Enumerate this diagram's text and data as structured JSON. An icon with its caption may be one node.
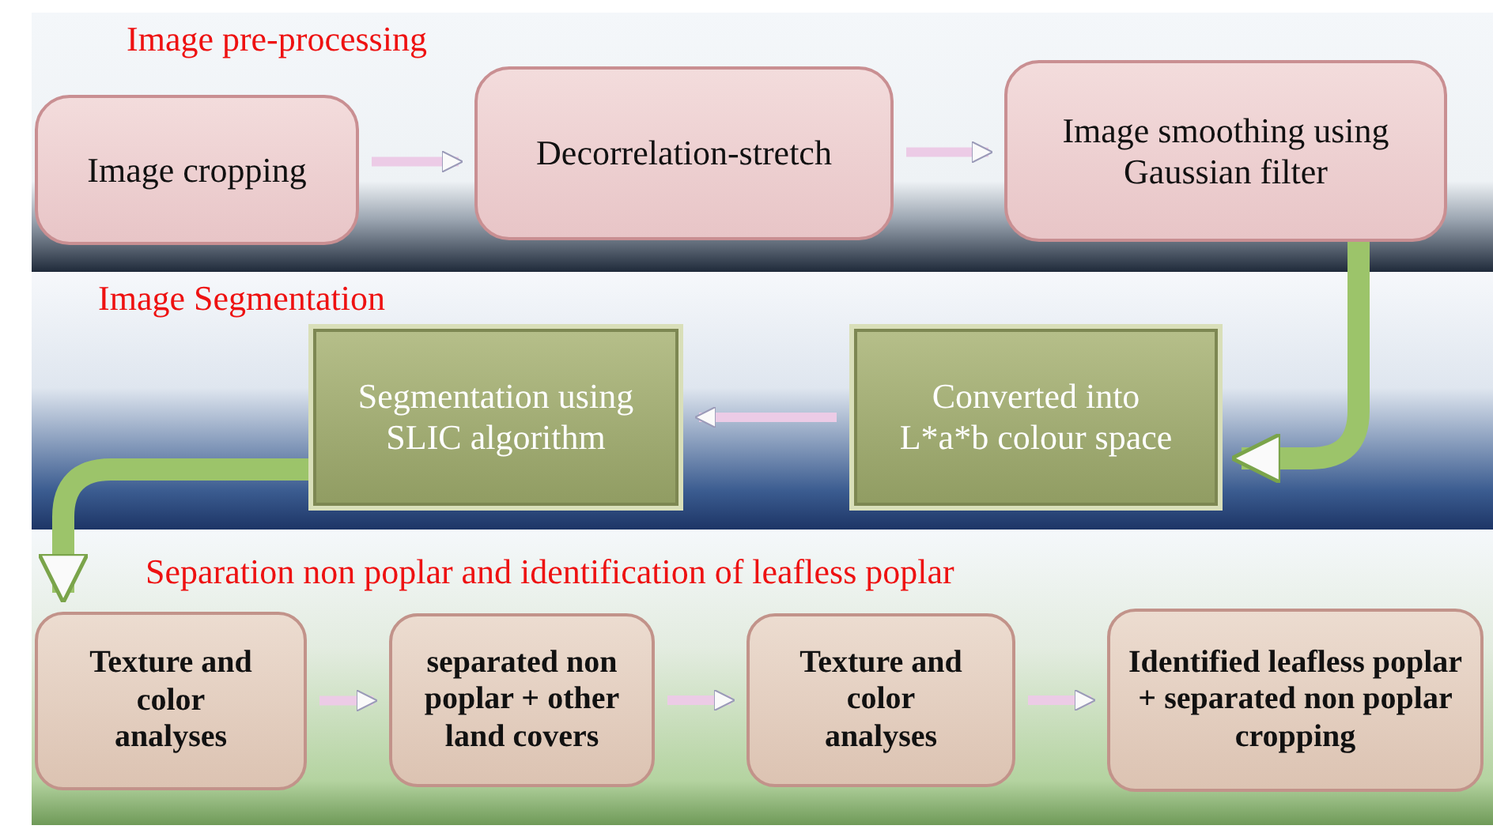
{
  "diagram": {
    "nodes": [
      {
        "text": [
          "Image pre-processing"
        ]
      },
      {
        "text": [
          "Image cropping"
        ],
        "in": 0
      },
      {
        "text": [
          "Decorrelation-stretch"
        ],
        "in": 0
      },
      {
        "text": [
          "Image smoothing using Gaussian filter"
        ],
        "in": 0
      },
      {
        "text": [
          "Image Segmentation"
        ]
      },
      {
        "text": [
          "Segmentation using SLIC algorithm"
        ],
        "in": 4
      },
      {
        "text": [
          "Converted into L*a*b colour space"
        ],
        "in": 4
      },
      {
        "text": [
          "Separation non poplar and identification of leafless poplar"
        ]
      },
      {
        "text": [
          "Texture and color analyses"
        ],
        "in": 7
      },
      {
        "text": [
          "separated non poplar + other land covers"
        ],
        "in": 7
      },
      {
        "text": [
          "Texture and color analyses"
        ],
        "in": 7
      },
      {
        "text": [
          "Identified leafless poplar + separated non poplar cropping"
        ],
        "in": 7
      }
    ],
    "edges": [
      {
        "from": 1,
        "to": 2,
        "arrow": "to"
      },
      {
        "from": 2,
        "to": 3,
        "arrow": "to"
      },
      {
        "from": 3,
        "to": 6,
        "arrow": "to",
        "style": "thick",
        "color": "#9cc46a"
      },
      {
        "from": 6,
        "to": 5,
        "arrow": "to"
      },
      {
        "from": 5,
        "to": 8,
        "arrow": "to",
        "style": "thick",
        "color": "#9cc46a"
      },
      {
        "from": 8,
        "to": 9,
        "arrow": "to"
      },
      {
        "from": 9,
        "to": 10,
        "arrow": "to"
      },
      {
        "from": 10,
        "to": 11,
        "arrow": "to"
      }
    ]
  }
}
